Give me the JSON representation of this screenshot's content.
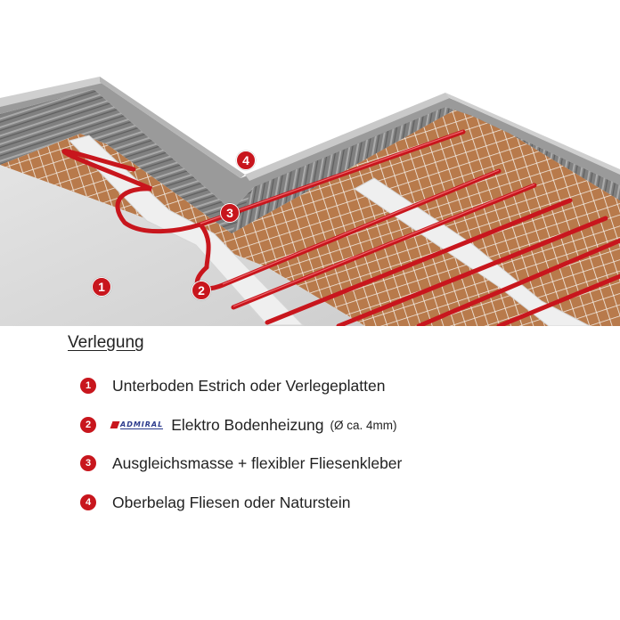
{
  "illustration": {
    "markers": [
      {
        "number": "1"
      },
      {
        "number": "2"
      },
      {
        "number": "3"
      },
      {
        "number": "4"
      }
    ]
  },
  "legend": {
    "title": "Verlegung",
    "items": [
      {
        "number": "1",
        "text": "Unterboden Estrich oder Verlegeplatten",
        "note": ""
      },
      {
        "number": "2",
        "brand": "ADMIRAL",
        "text": "Elektro Bodenheizung",
        "note": "(Ø ca. 4mm)"
      },
      {
        "number": "3",
        "text": "Ausgleichsmasse + flexibler Fliesenkleber",
        "note": ""
      },
      {
        "number": "4",
        "text": "Oberbelag Fliesen oder Naturstein",
        "note": ""
      }
    ]
  },
  "colors": {
    "accent": "#c8161d",
    "cable": "#c8161d",
    "mat": "#b87a4b",
    "adhesive": "#7f7f7f",
    "screed": "#d6d6d6",
    "brand": "#2b3a8c"
  },
  "icons": [
    "admiral-logo-icon"
  ]
}
